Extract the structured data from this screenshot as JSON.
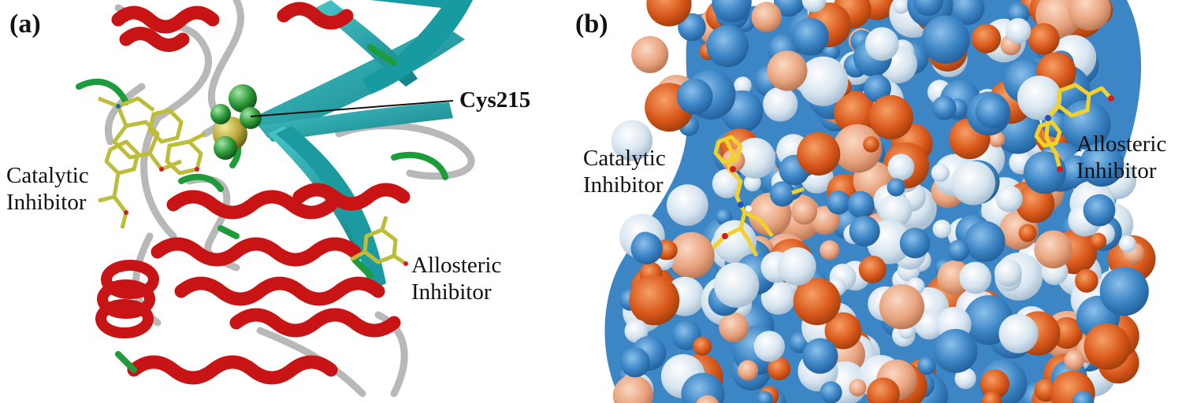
{
  "panels": {
    "a": {
      "label": "(a)",
      "annotations": {
        "cys": "Cys215",
        "catalytic_line1": "Catalytic",
        "catalytic_line2": "Inhibitor",
        "allosteric_line1": "Allosteric",
        "allosteric_line2": "Inhibitor"
      }
    },
    "b": {
      "label": "(b)",
      "annotations": {
        "catalytic_line1": "Catalytic",
        "catalytic_line2": "Inhibitor",
        "allosteric_line1": "Allosteric",
        "allosteric_line2": "Inhibitor"
      }
    }
  },
  "colors": {
    "helix": "#c81414",
    "sheet": "#17a3a8",
    "loop": "#b8b8b8",
    "turn": "#1e9b3a",
    "ligand": "#bdbd3a",
    "cys_sphere": "#2e9a3a",
    "surface_blue": "#3d86c6",
    "surface_light": "#d6e4ef",
    "surface_salmon": "#e8a37e",
    "surface_orange": "#d9581a",
    "ligand_b": "#f2d22a"
  }
}
